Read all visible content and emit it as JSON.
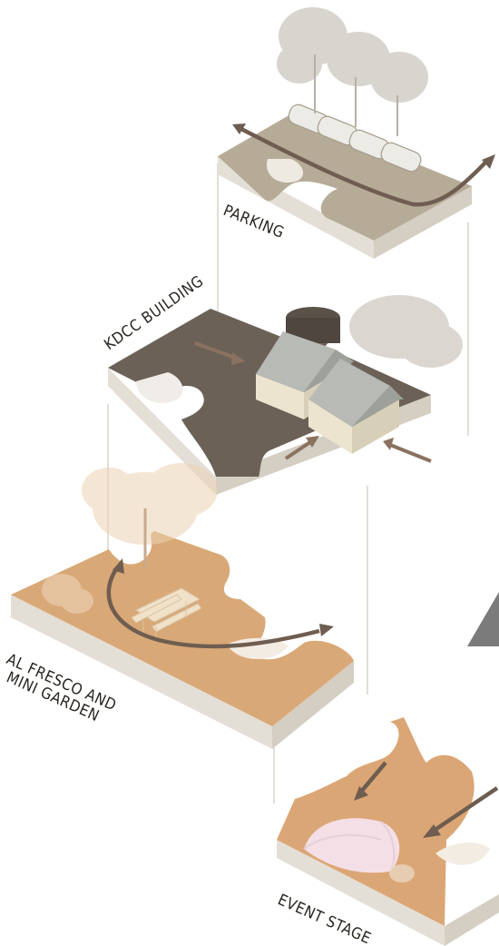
{
  "labels": {
    "parking": "PARKING",
    "kdcc": "KDCC BUILDING",
    "alfresco_1": "AL FRESCO AND",
    "alfresco_2": "MINI GARDEN",
    "event": "EVENT STAGE"
  },
  "colors": {
    "parking_top": "#b6ab97",
    "building_top": "#6b6157",
    "garden_top": "#d9a877",
    "stage_top": "#dba675",
    "slab_side": "#e4dfd6",
    "arrow": "#6e5d50",
    "tree": "#d2cdc6",
    "wall_light": "#ece4cf",
    "roof": "#b8bab5"
  },
  "icons": [
    "cars-icon",
    "arrow-icon",
    "tree-icon",
    "picnic-table-icon",
    "house-icon",
    "dome-tent-icon",
    "north-arrow-icon"
  ]
}
